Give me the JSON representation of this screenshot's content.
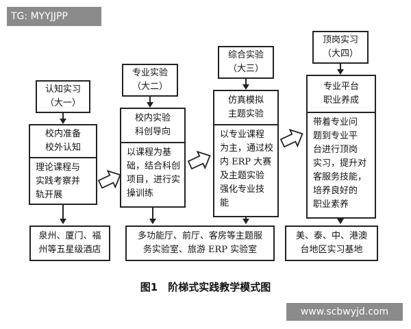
{
  "watermark_top": "TG: MYYJJPP",
  "watermark_bottom": "www.scbwyjd.com",
  "caption": "图1　阶梯式实践教学模式图",
  "stages": [
    {
      "label": [
        "认知实习",
        "（大一）"
      ],
      "header": [
        "校内准备",
        "校外认知"
      ],
      "detail": [
        "理论课程与",
        "实践考察并",
        "轨开展"
      ]
    },
    {
      "label": [
        "专业实验",
        "（大二）"
      ],
      "header": [
        "校内实验",
        "科创导向"
      ],
      "detail": [
        "以课程为基",
        "础，结合科创",
        "项目，进行实",
        "操训练"
      ]
    },
    {
      "label": [
        "综合实验",
        "（大三）"
      ],
      "header": [
        "仿真模拟",
        "主题实验"
      ],
      "detail": [
        "以专业课程",
        "为主，通过校",
        "内 ERP 大赛",
        "及主题实验",
        "强化专业技",
        "能"
      ]
    },
    {
      "label": [
        "顶岗实习",
        "（大四）"
      ],
      "header": [
        "专业平台",
        "职业养成"
      ],
      "detail": [
        "带着专业问",
        "题到专业平",
        "台进行顶岗",
        "实习，提升对",
        "客服务技能，",
        "培养良好的",
        "职业素养"
      ]
    }
  ],
  "bottom_boxes": [
    [
      "泉州、厦门、福",
      "州等五星级酒店"
    ],
    [
      "多功能厅、前厅、客房等主题服",
      "务实验室、旅游 ERP 实验室"
    ],
    [
      "美、泰、中、港澳",
      "台地区实习基地"
    ]
  ]
}
